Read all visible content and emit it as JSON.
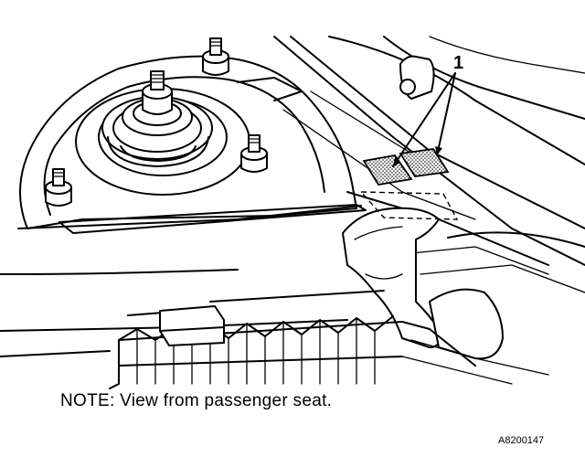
{
  "figure": {
    "callout_label": "1",
    "note": "NOTE: View from passenger seat.",
    "figure_id": "A8200147",
    "components": [
      "strut-tower",
      "strut-mount-nut",
      "mount-stud",
      "vin-plates",
      "radiator-grille",
      "engine-compartment-panel"
    ]
  }
}
